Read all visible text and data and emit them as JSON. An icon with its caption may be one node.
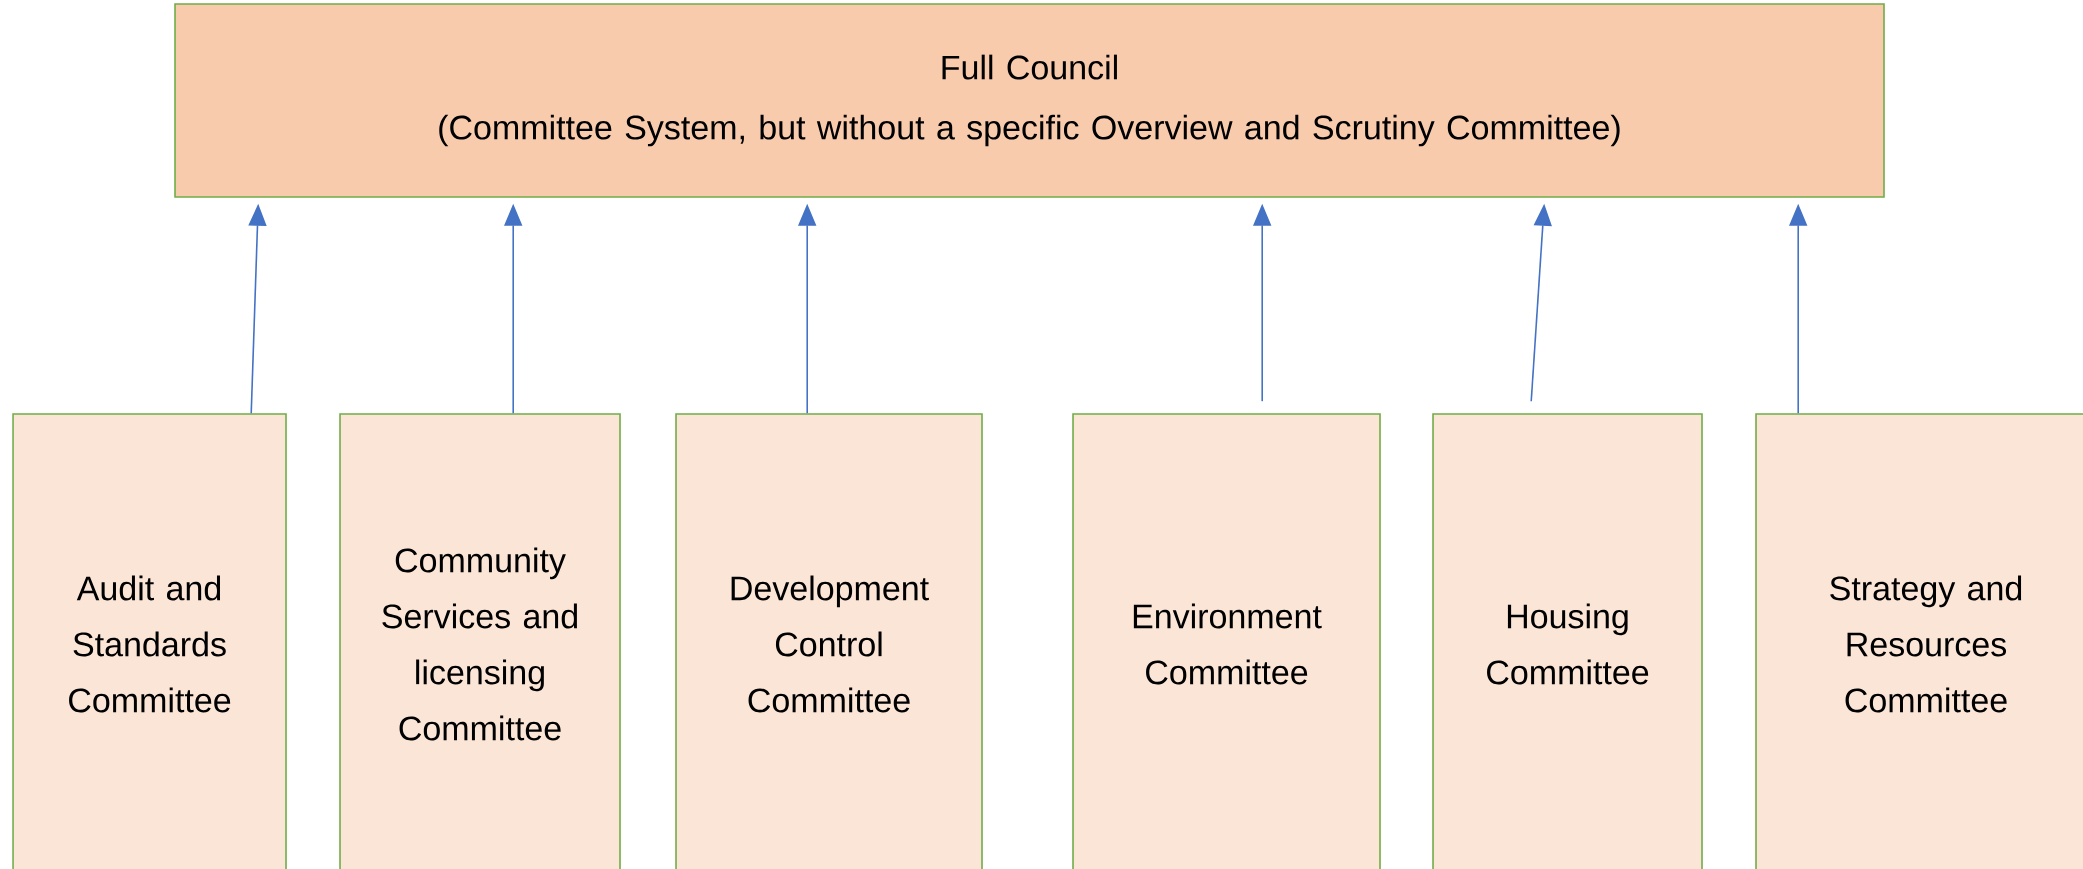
{
  "diagram": {
    "nodes": [
      {
        "text": [
          "Full Council",
          "(Committee System, but without a specific Overview and Scrutiny Committee)"
        ]
      },
      {
        "text": [
          "Audit and Standards Committee"
        ]
      },
      {
        "text": [
          "Community Services and licensing Committee"
        ]
      },
      {
        "text": [
          "Development Control Committee"
        ]
      },
      {
        "text": [
          "Environment Committee"
        ]
      },
      {
        "text": [
          "Housing Committee"
        ]
      },
      {
        "text": [
          "Strategy and Resources Committee"
        ]
      }
    ],
    "edges": [
      {
        "from": 1,
        "to": 0,
        "arrow": "to"
      },
      {
        "from": 2,
        "to": 0,
        "arrow": "to"
      },
      {
        "from": 3,
        "to": 0,
        "arrow": "to"
      },
      {
        "from": 4,
        "to": 0,
        "arrow": "to"
      },
      {
        "from": 5,
        "to": 0,
        "arrow": "to"
      },
      {
        "from": 6,
        "to": 0,
        "arrow": "to"
      }
    ]
  }
}
